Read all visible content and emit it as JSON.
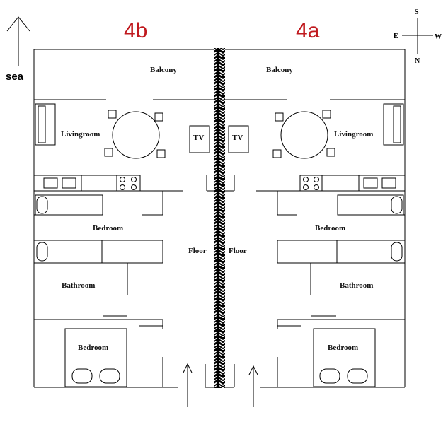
{
  "header": {
    "unit_left": "4b",
    "unit_right": "4a",
    "sea_label": "sea"
  },
  "compass": {
    "north": "N",
    "south": "S",
    "east": "E",
    "west": "W"
  },
  "rooms": {
    "balcony_left": "Balcony",
    "balcony_right": "Balcony",
    "livingroom_left": "Livingroom",
    "livingroom_right": "Livingroom",
    "tv_left": "TV",
    "tv_right": "TV",
    "bedroom_mid_left": "Bedroom",
    "bedroom_mid_right": "Bedroom",
    "bathroom_left": "Bathroom",
    "bathroom_right": "Bathroom",
    "bedroom_bottom_left": "Bedroom",
    "bedroom_bottom_right": "Bedroom",
    "floor_left": "Floor",
    "floor_right": "Floor"
  },
  "colors": {
    "unit_label": "#c0191e",
    "line": "#000000",
    "background": "#ffffff"
  },
  "icons": [
    "sea-direction-arrow-icon",
    "compass-icon",
    "entrance-arrow-icon"
  ]
}
